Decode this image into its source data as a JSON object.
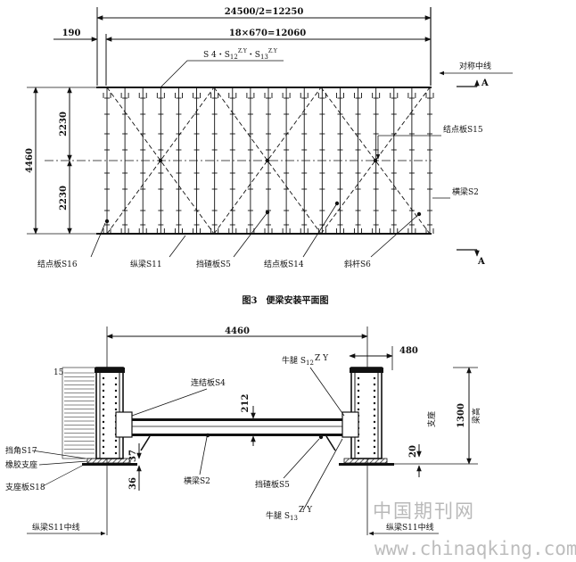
{
  "top_view": {
    "dim_total": "24500/2=12250",
    "dim_left": "190",
    "dim_span": "18×670=12060",
    "dim_member_main": "S 4・S",
    "dim_member_s12": "12",
    "dim_member_dot": "・S",
    "dim_member_s13": "13",
    "dim_member_sup": "Z.Y",
    "dim_height": "4460",
    "dim_half_top": "2230",
    "dim_half_bottom": "2230",
    "symmetry_line": "对称中线",
    "section_mark_top": "A",
    "section_mark_bottom": "A",
    "label_s15": "结点板S15",
    "label_s2": "横梁S2",
    "label_s16": "结点板S16",
    "label_s11": "纵梁S11",
    "label_s5": "挡碴板S5",
    "label_s14": "结点板S14",
    "label_s6": "斜杆S6"
  },
  "caption": "图3　便梁安装平面图",
  "section_view": {
    "dim_span": "4460",
    "dim_width": "480",
    "dim_height": "1300",
    "dim_212": "212",
    "dim_37": "37",
    "dim_36": "36",
    "dim_20": "20",
    "dim_15": "15",
    "label_s4": "连结板S4",
    "label_s12": "牛腿 S",
    "label_s12_sub": "12",
    "label_s13": "牛腿 S",
    "label_s13_sub": "13",
    "label_zy": "Z Y",
    "label_s17": "挡角S17",
    "label_rubber": "橡胶支座",
    "label_s18": "支座板S18",
    "label_s2": "横梁S2",
    "label_s5": "挡碴板S5",
    "label_support": "支座",
    "label_beam_height": "梁高",
    "label_left_center": "纵梁S11中线",
    "label_right_center": "纵梁S11中线"
  },
  "watermark": {
    "cn": "中国期刊网",
    "url": "www.chinaqking.com"
  }
}
